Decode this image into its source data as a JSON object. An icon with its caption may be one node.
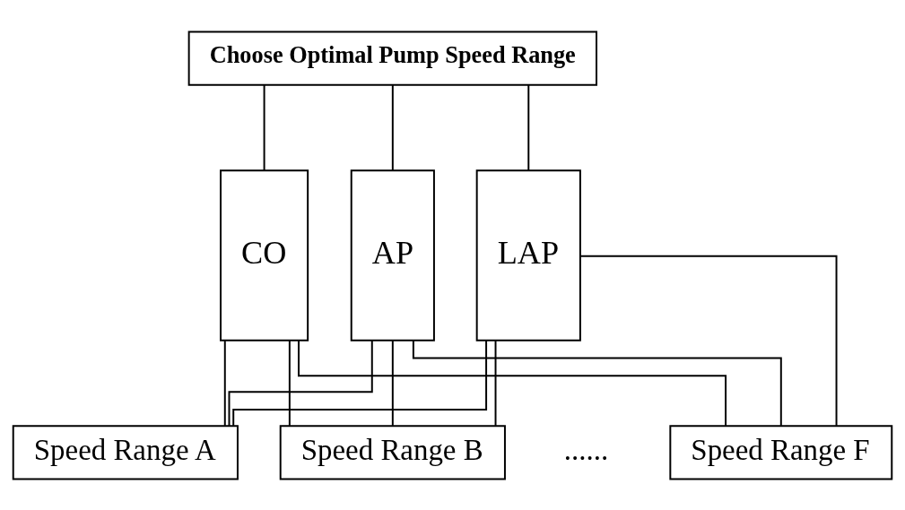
{
  "diagram": {
    "nodes": [
      {
        "text": [
          "Choose Optimal Pump Speed Range"
        ]
      },
      {
        "text": [
          "CO"
        ]
      },
      {
        "text": [
          "AP"
        ]
      },
      {
        "text": [
          "LAP"
        ]
      },
      {
        "text": [
          "Speed Range A"
        ]
      },
      {
        "text": [
          "Speed Range B"
        ]
      },
      {
        "text": [
          "Speed Range F"
        ]
      }
    ],
    "edges": [
      {
        "from": 0,
        "to": 1,
        "arrow": "none"
      },
      {
        "from": 0,
        "to": 2,
        "arrow": "none"
      },
      {
        "from": 0,
        "to": 3,
        "arrow": "none"
      },
      {
        "from": 1,
        "to": 4,
        "arrow": "none"
      },
      {
        "from": 1,
        "to": 5,
        "arrow": "none"
      },
      {
        "from": 1,
        "to": 6,
        "arrow": "none"
      },
      {
        "from": 2,
        "to": 4,
        "arrow": "none"
      },
      {
        "from": 2,
        "to": 5,
        "arrow": "none"
      },
      {
        "from": 2,
        "to": 6,
        "arrow": "none"
      },
      {
        "from": 3,
        "to": 4,
        "arrow": "none"
      },
      {
        "from": 3,
        "to": 5,
        "arrow": "none"
      },
      {
        "from": 3,
        "to": 6,
        "arrow": "none"
      }
    ],
    "labels": [
      "......"
    ]
  }
}
